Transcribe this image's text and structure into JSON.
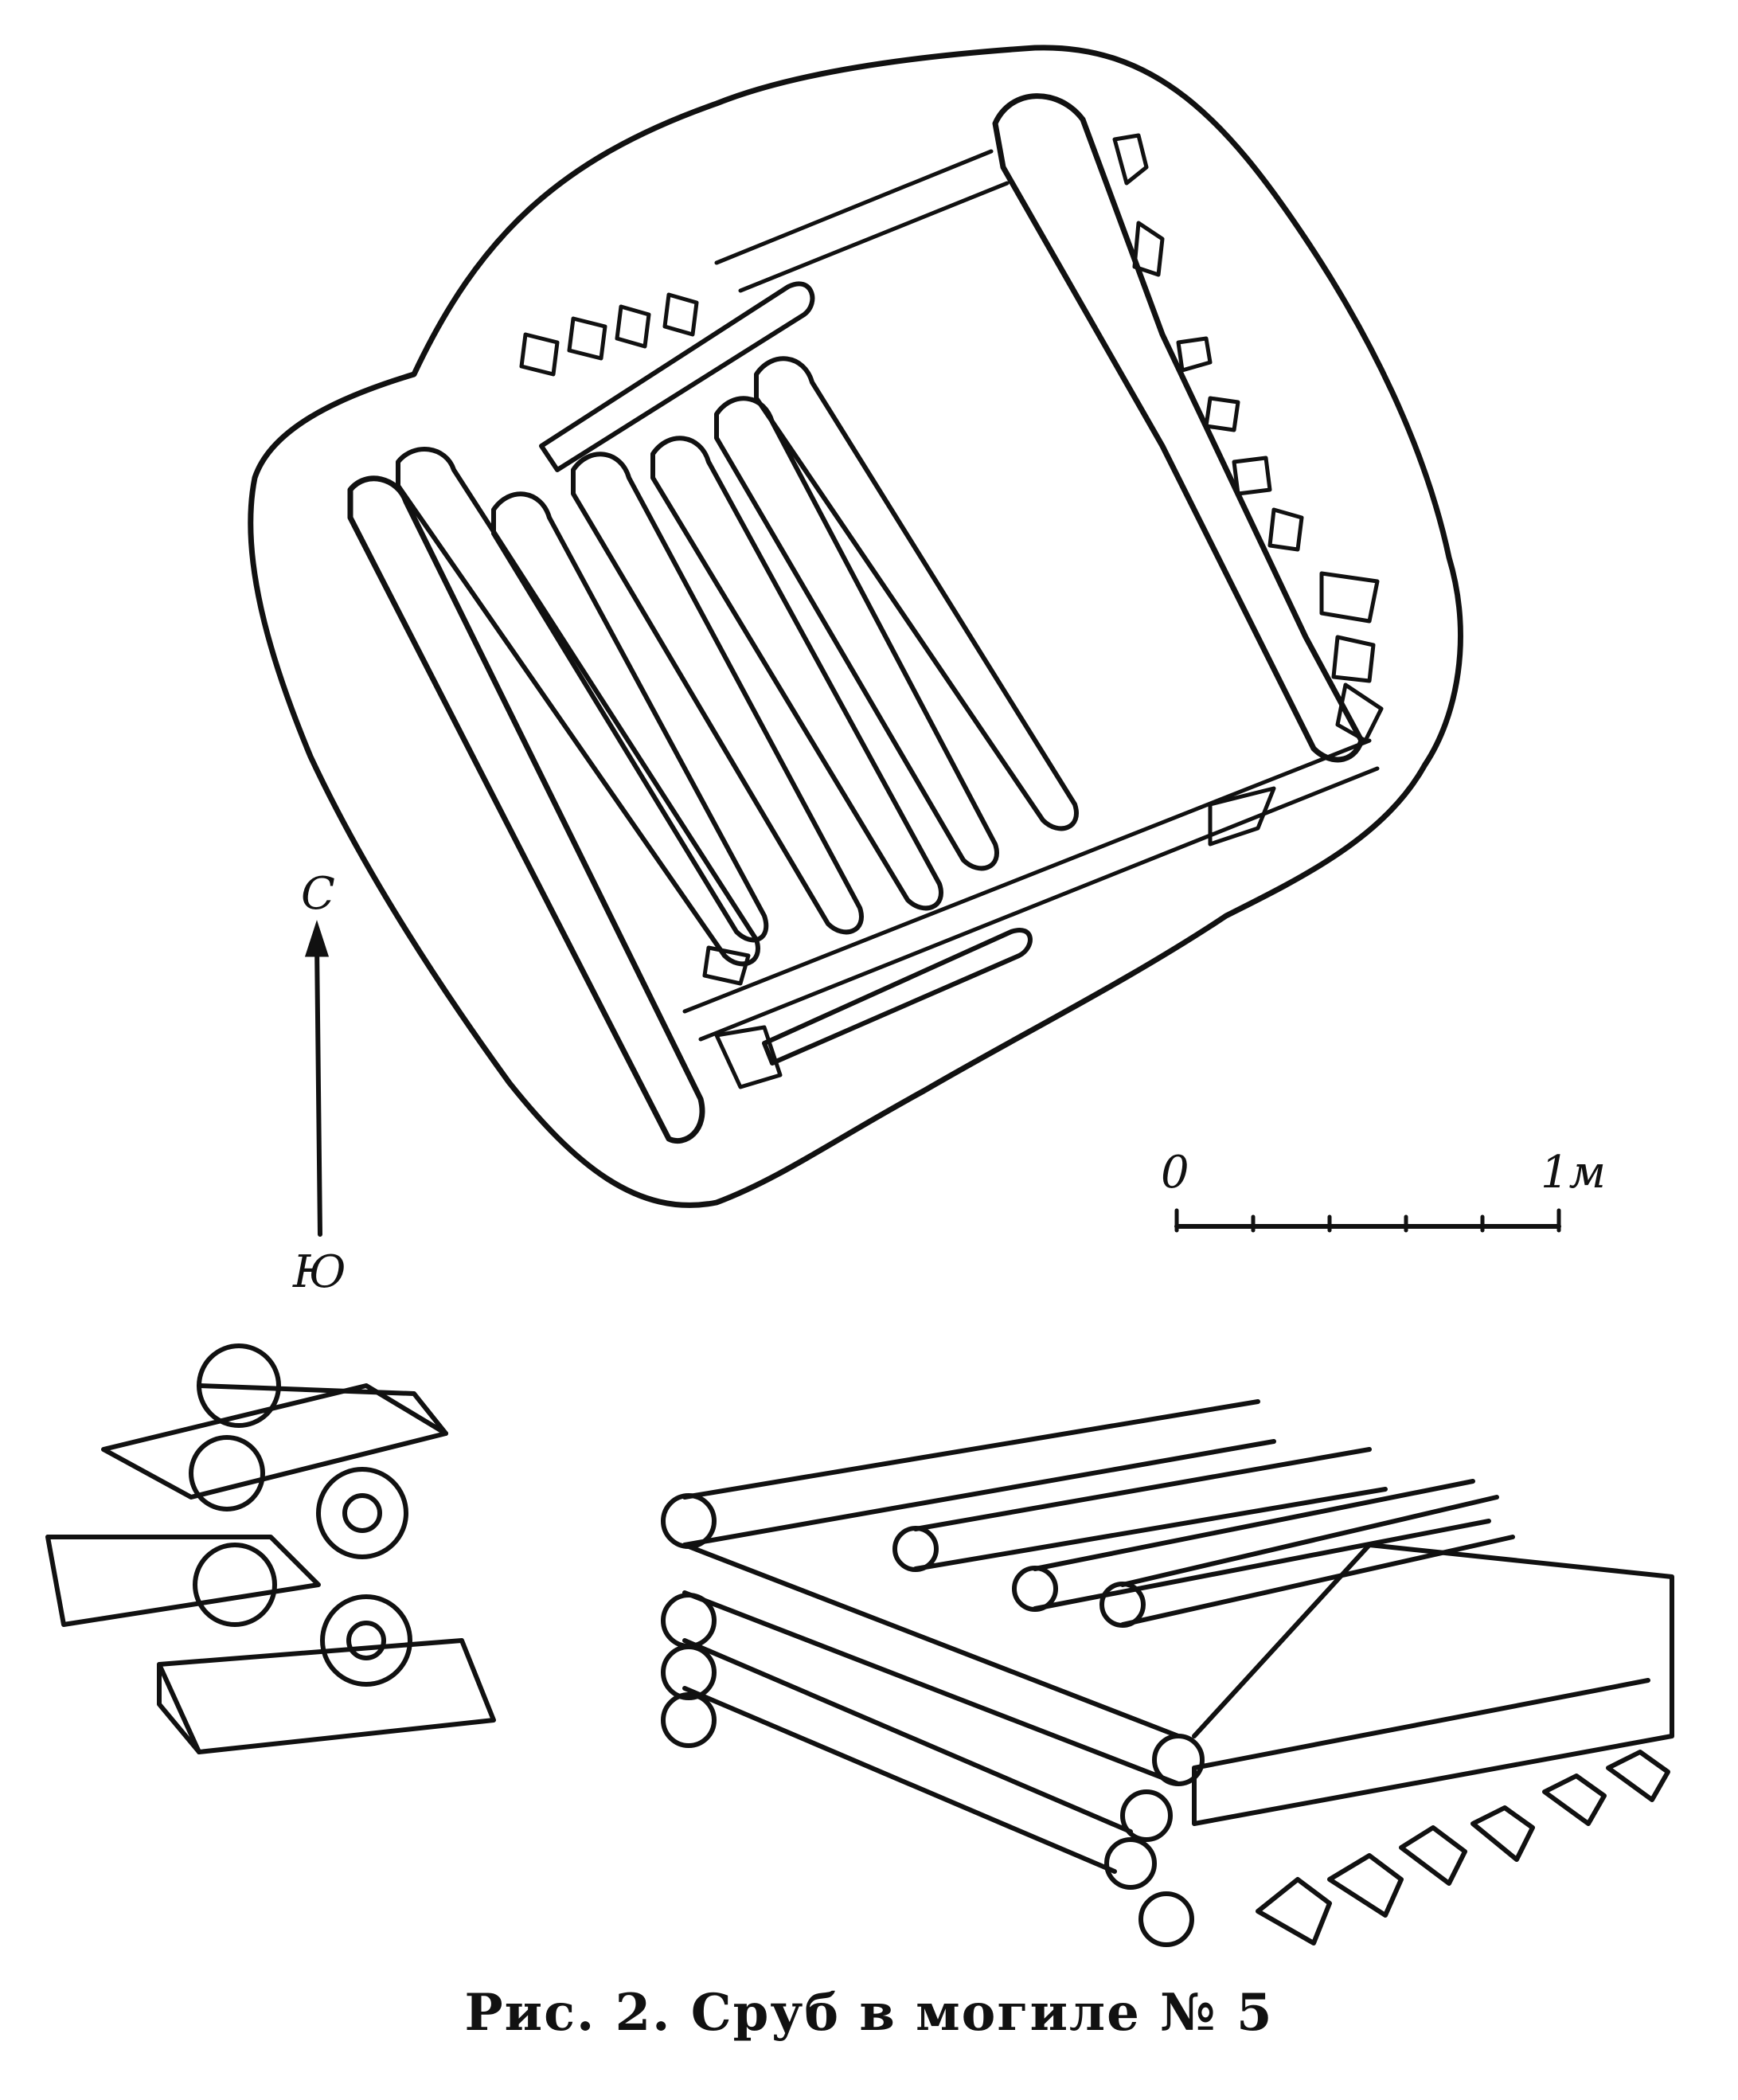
{
  "figure": {
    "caption": "Рис. 2. Сруб в могиле № 5"
  },
  "compass": {
    "north_label": "С",
    "south_label": "Ю"
  },
  "scale_bar": {
    "start_label": "0",
    "end_label": "1м",
    "divisions": 5
  },
  "colors": {
    "ink": "#111111",
    "paper": "#ffffff"
  }
}
